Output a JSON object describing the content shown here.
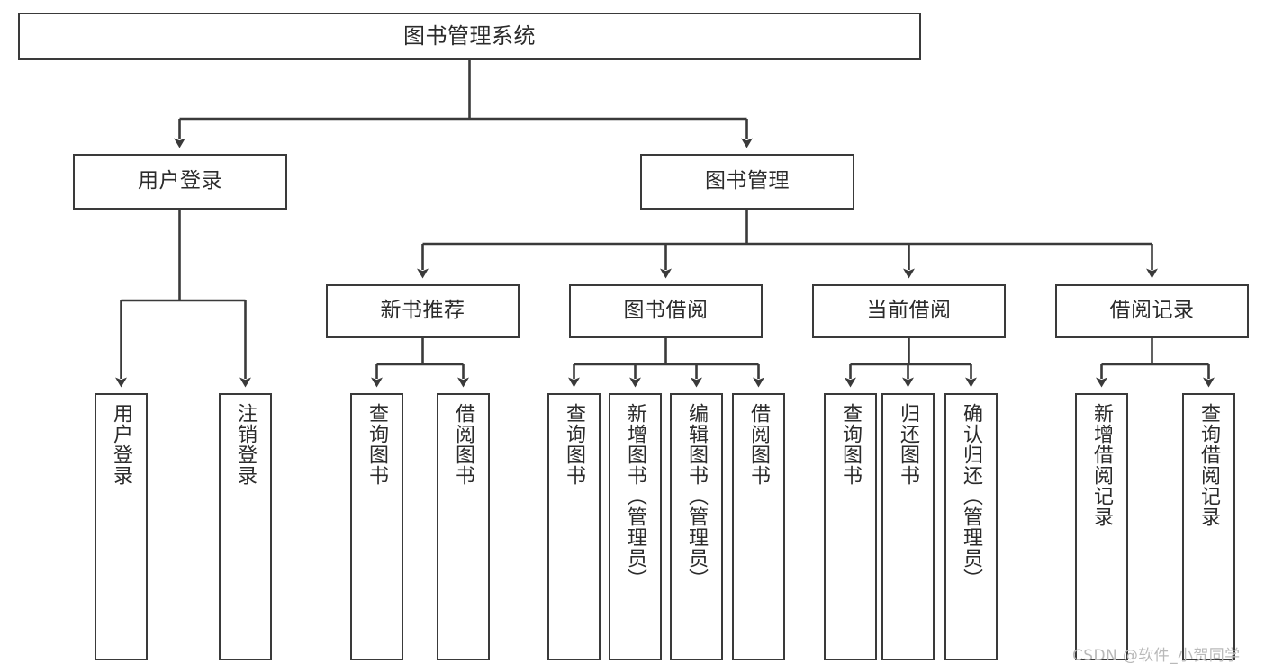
{
  "diagram": {
    "title": "图书管理系统",
    "type": "tree-hierarchy",
    "orientation": "top-down",
    "line_color": "#3a3a3a",
    "box_fill": "#ffffff",
    "text_color": "#2b2b2b",
    "levels": 4
  },
  "root": {
    "label": "图书管理系统"
  },
  "level2": [
    {
      "label": "用户登录"
    },
    {
      "label": "图书管理"
    }
  ],
  "level3": [
    {
      "label": "新书推荐"
    },
    {
      "label": "图书借阅"
    },
    {
      "label": "当前借阅"
    },
    {
      "label": "借阅记录"
    }
  ],
  "leaves": {
    "user_login": [
      {
        "label": "用户登录"
      },
      {
        "label": "注销登录"
      }
    ],
    "new_book_recommend": [
      {
        "label": "查询图书"
      },
      {
        "label": "借阅图书"
      }
    ],
    "book_borrow": [
      {
        "label": "查询图书"
      },
      {
        "label": "新增图书（管理员）"
      },
      {
        "label": "编辑图书（管理员）"
      },
      {
        "label": "借阅图书"
      }
    ],
    "current_borrow": [
      {
        "label": "查询图书"
      },
      {
        "label": "归还图书"
      },
      {
        "label": "确认归还（管理员）"
      }
    ],
    "borrow_record": [
      {
        "label": "新增借阅记录"
      },
      {
        "label": "查询借阅记录"
      }
    ]
  },
  "watermark": {
    "text": "CSDN @软件_小贺同学"
  }
}
